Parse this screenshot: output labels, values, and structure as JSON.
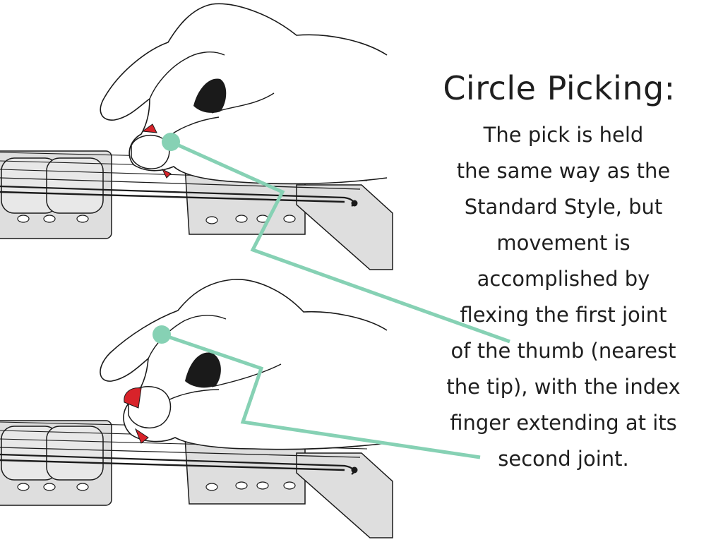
{
  "caption": {
    "title": "Circle Picking:",
    "lines": [
      "The pick is held",
      "the same way as the",
      "Standard Style, but",
      "movement is",
      "accomplished by",
      "flexing the first joint",
      "of the thumb (nearest",
      "the tip), with the index",
      "finger extending at its",
      "second joint."
    ]
  },
  "colors": {
    "leader": "#86d1b4",
    "pick": "#d8232a",
    "outline": "#1a1a1a",
    "hardware": "#dedede"
  },
  "illustrations": [
    {
      "name": "top-hand",
      "icon": "hand-holding-pick-icon"
    },
    {
      "name": "bottom-hand",
      "icon": "hand-holding-pick-icon"
    }
  ]
}
